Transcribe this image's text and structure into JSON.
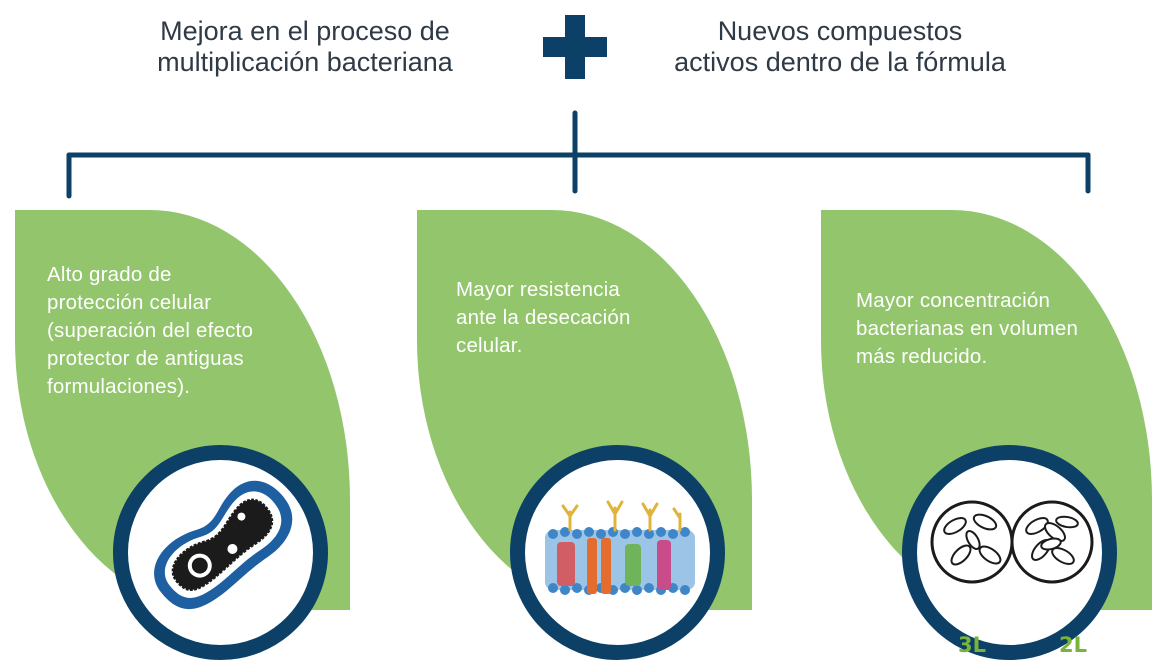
{
  "header": {
    "left_line1": "Mejora en el proceso de",
    "left_line2": "multiplicación bacteriana",
    "right_line1": "Nuevos compuestos",
    "right_line2": "activos dentro de la fórmula"
  },
  "cards": [
    {
      "lines": [
        "Alto grado de",
        "protección celular",
        "(superación del efecto",
        "protector de antiguas",
        "formulaciones)."
      ]
    },
    {
      "lines": [
        "Mayor resistencia",
        "ante la desecación",
        "celular."
      ]
    },
    {
      "lines": [
        "Mayor concentración",
        "bacterianas en volumen",
        "más reducido."
      ]
    }
  ],
  "volumes": {
    "first": "3L",
    "second": "2L"
  },
  "icons": [
    "plus-icon",
    "bacterium-icon",
    "cell-membrane-icon",
    "bacteria-concentration-icon"
  ],
  "colors": {
    "navy": "#0c4067",
    "green": "#92c56c",
    "label_green": "#7ab33a",
    "text_dark": "#2f3a47"
  }
}
